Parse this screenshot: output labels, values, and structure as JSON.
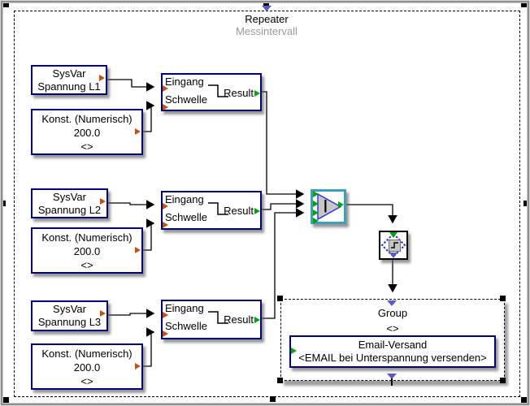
{
  "repeater": {
    "title": "Repeater",
    "subtitle": "Messintervall"
  },
  "rows": [
    {
      "sysvar": {
        "line1": "SysVar",
        "line2": "Spannung L1"
      },
      "konst": {
        "line1": "Konst. (Numerisch)",
        "line2": "200.0",
        "line3": "<>"
      },
      "threshold": {
        "input1": "Eingang",
        "input2": "Schwelle",
        "output": "Result"
      }
    },
    {
      "sysvar": {
        "line1": "SysVar",
        "line2": "Spannung L2"
      },
      "konst": {
        "line1": "Konst. (Numerisch)",
        "line2": "200.0",
        "line3": "<>"
      },
      "threshold": {
        "input1": "Eingang",
        "input2": "Schwelle",
        "output": "Result"
      }
    },
    {
      "sysvar": {
        "line1": "SysVar",
        "line2": "Spannung L3"
      },
      "konst": {
        "line1": "Konst. (Numerisch)",
        "line2": "200.0",
        "line3": "<>"
      },
      "threshold": {
        "input1": "Eingang",
        "input2": "Schwelle",
        "output": "Result"
      }
    }
  ],
  "or_gate": {
    "label": "|"
  },
  "group": {
    "title": "Group",
    "subtitle": "<>"
  },
  "email": {
    "line1": "Email-Versand",
    "line2": "<EMAIL bei Unterspannung versenden>"
  },
  "colors": {
    "node_border": "#00007d",
    "gate_border": "#3d9fbc",
    "input_port": "#c05312",
    "bool_port": "#00a30a",
    "flow_marker": "#5a5ac8",
    "subtitle_text": "#9a9a9a"
  }
}
